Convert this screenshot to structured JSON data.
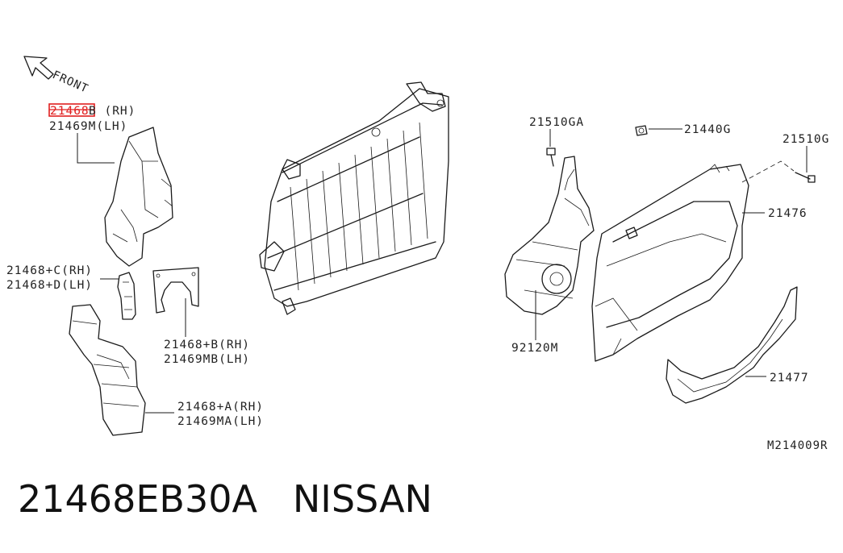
{
  "diagram": {
    "front_label": "FRONT",
    "highlight_color": "#e02020",
    "labels": {
      "p21468_rh_highlight": "21468",
      "p21468_rh_suffix": "B (RH)",
      "p21469m_lh": "21469M(LH)",
      "p21468c_rh": "21468+C(RH)",
      "p21468d_lh": "21468+D(LH)",
      "p21468b_rh": "21468+B(RH)",
      "p21469mb_lh": "21469MB(LH)",
      "p21468a_rh": "21468+A(RH)",
      "p21469ma_lh": "21469MA(LH)",
      "p21510ga": "21510GA",
      "p21440g": "21440G",
      "p21510g": "21510G",
      "p21476": "21476",
      "p92120m": "92120M",
      "p21477": "21477"
    },
    "reference_code": "M214009R"
  },
  "caption": {
    "part_number": "21468EB30A",
    "brand": "NISSAN"
  }
}
